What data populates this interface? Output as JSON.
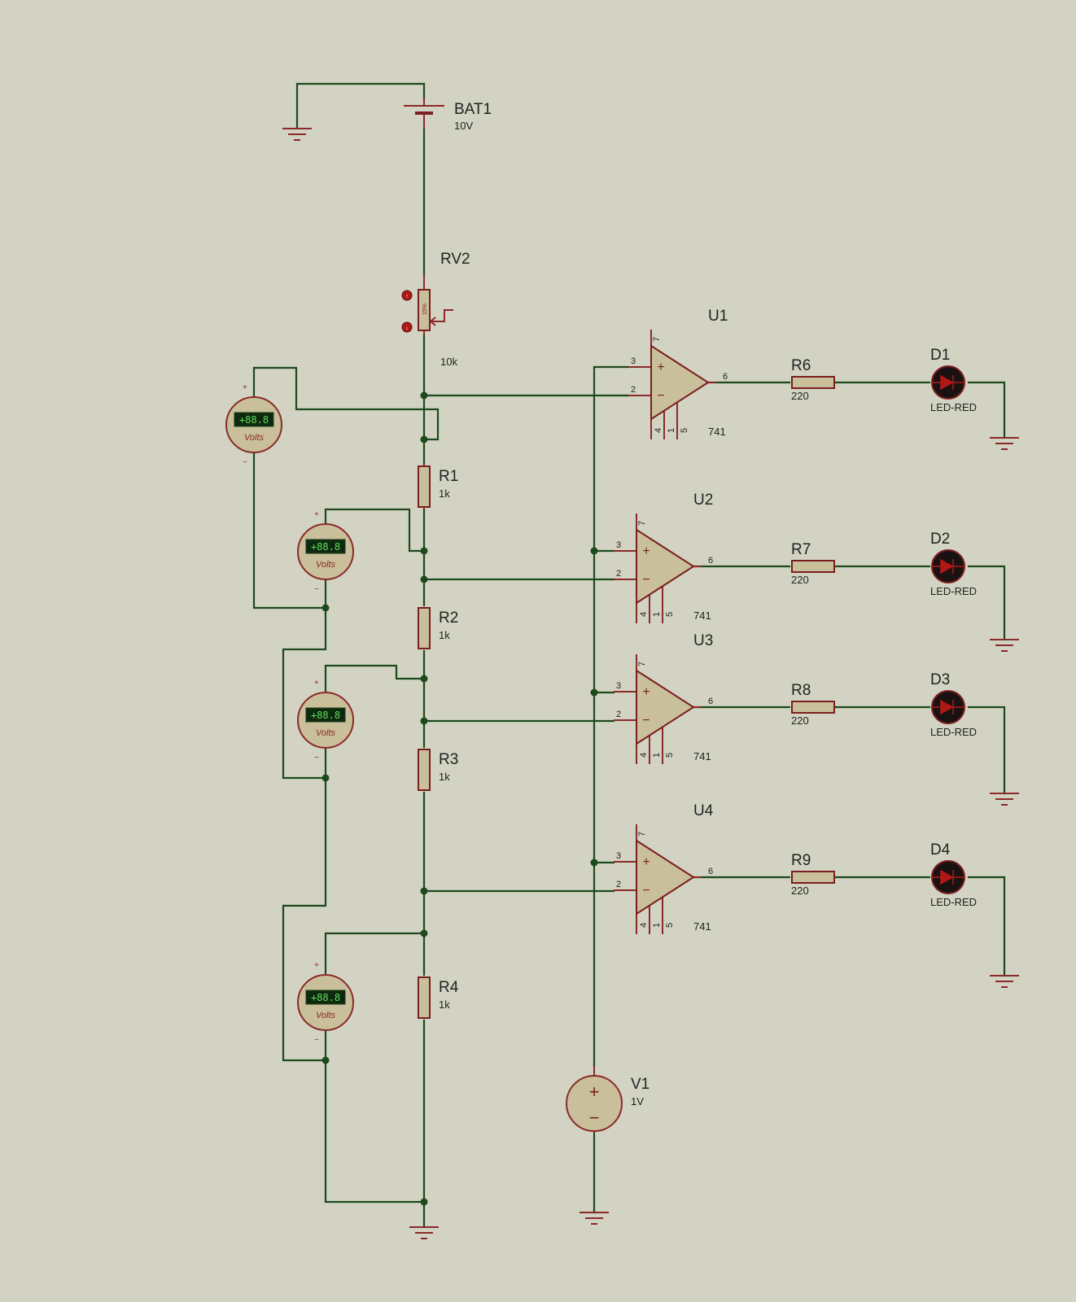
{
  "battery": {
    "ref": "BAT1",
    "value": "10V"
  },
  "potentiometer": {
    "ref": "RV2",
    "value": "10k",
    "setting": "15%"
  },
  "divider_resistors": [
    {
      "ref": "R1",
      "value": "1k"
    },
    {
      "ref": "R2",
      "value": "1k"
    },
    {
      "ref": "R3",
      "value": "1k"
    },
    {
      "ref": "R4",
      "value": "1k"
    }
  ],
  "voltmeters": [
    {
      "display": "+88.8",
      "units": "Volts",
      "plus": "+",
      "minus": "−"
    },
    {
      "display": "+88.8",
      "units": "Volts",
      "plus": "+",
      "minus": "−"
    },
    {
      "display": "+88.8",
      "units": "Volts",
      "plus": "+",
      "minus": "−"
    },
    {
      "display": "+88.8",
      "units": "Volts",
      "plus": "+",
      "minus": "−"
    }
  ],
  "opamps": [
    {
      "ref": "U1",
      "part": "741",
      "pin_noninv": "3",
      "pin_inv": "2",
      "pin_out": "6",
      "pin_vplus": "7",
      "pin_vminus": "4",
      "pin_null1": "1",
      "pin_null2": "5",
      "plus": "+",
      "minus": "−"
    },
    {
      "ref": "U2",
      "part": "741",
      "pin_noninv": "3",
      "pin_inv": "2",
      "pin_out": "6",
      "pin_vplus": "7",
      "pin_vminus": "4",
      "pin_null1": "1",
      "pin_null2": "5",
      "plus": "+",
      "minus": "−"
    },
    {
      "ref": "U3",
      "part": "741",
      "pin_noninv": "3",
      "pin_inv": "2",
      "pin_out": "6",
      "pin_vplus": "7",
      "pin_vminus": "4",
      "pin_null1": "1",
      "pin_null2": "5",
      "plus": "+",
      "minus": "−"
    },
    {
      "ref": "U4",
      "part": "741",
      "pin_noninv": "3",
      "pin_inv": "2",
      "pin_out": "6",
      "pin_vplus": "7",
      "pin_vminus": "4",
      "pin_null1": "1",
      "pin_null2": "5",
      "plus": "+",
      "minus": "−"
    }
  ],
  "output_resistors": [
    {
      "ref": "R6",
      "value": "220"
    },
    {
      "ref": "R7",
      "value": "220"
    },
    {
      "ref": "R8",
      "value": "220"
    },
    {
      "ref": "R9",
      "value": "220"
    }
  ],
  "leds": [
    {
      "ref": "D1",
      "part": "LED-RED"
    },
    {
      "ref": "D2",
      "part": "LED-RED"
    },
    {
      "ref": "D3",
      "part": "LED-RED"
    },
    {
      "ref": "D4",
      "part": "LED-RED"
    }
  ],
  "reference_source": {
    "ref": "V1",
    "value": "1V",
    "plus": "+",
    "minus": "−"
  },
  "colors": {
    "background": "#d3d3c3",
    "wire": "#1d4a1d",
    "component": "#7a1f1f",
    "led_glyph": "#b01818"
  }
}
